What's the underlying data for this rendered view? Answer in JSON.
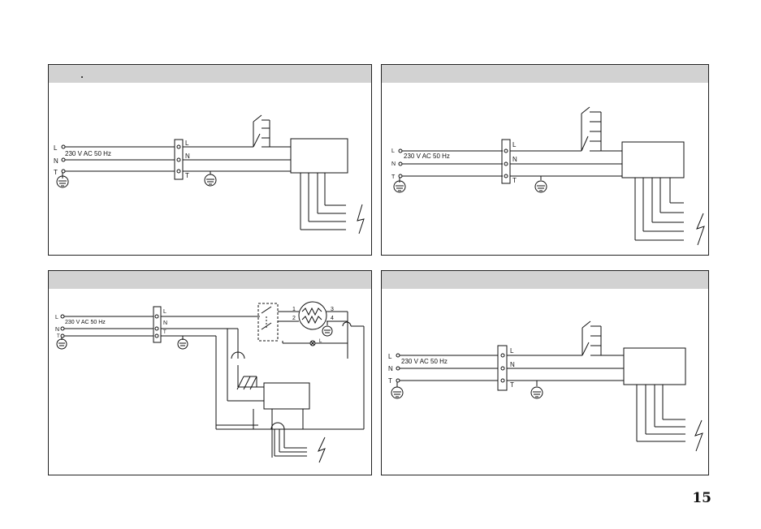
{
  "page_number": "15",
  "panel_1": {
    "terminal_left": [
      "L",
      "N",
      "T"
    ],
    "voltage_label": "230 V AC 50 Hz",
    "block_labels": [
      "L",
      "N",
      "T"
    ]
  },
  "panel_2": {
    "terminal_left": [
      "L",
      "N",
      "T"
    ],
    "voltage_label": "230 V AC 50 Hz",
    "block_labels": [
      "L",
      "N",
      "T"
    ]
  },
  "panel_3": {
    "terminal_left": [
      "L",
      "N",
      "T"
    ],
    "voltage_label": "230 V AC 50 Hz",
    "block_labels": [
      "L",
      "N",
      "T"
    ],
    "thermostat_pins": [
      "1",
      "2",
      "3",
      "4"
    ],
    "lamp_label": "L"
  },
  "panel_4": {
    "terminal_left": [
      "L",
      "N",
      "T"
    ],
    "voltage_label": "230 V AC 50 Hz",
    "block_labels": [
      "L",
      "N",
      "T"
    ]
  }
}
